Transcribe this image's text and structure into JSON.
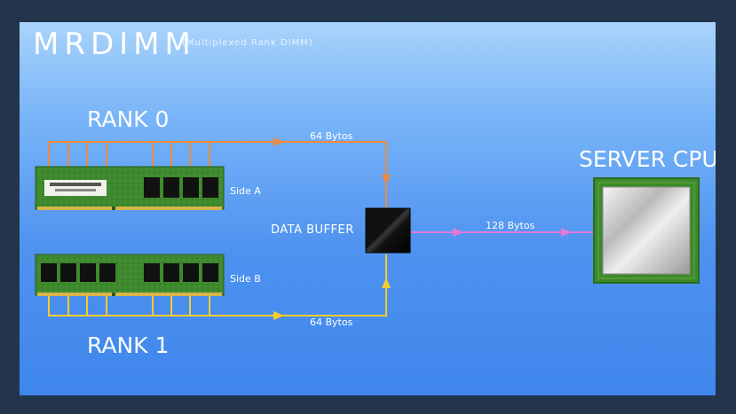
{
  "title": {
    "main": "MRDIMM",
    "subtitle": "(Multiplexed Rank DIMM)"
  },
  "labels": {
    "rank0": "RANK 0",
    "rank1": "RANK 1",
    "server_cpu": "SERVER CPU",
    "data_buffer": "DATA BUFFER",
    "side_a": "Side A",
    "side_b": "Side B",
    "bytes_top": "64 Bytos",
    "bytes_bottom": "64 Bytos",
    "bytes_out": "128 Bytos"
  },
  "colors": {
    "rank0_bus": "#f08a3c",
    "rank1_bus": "#f5cc2a",
    "cpu_bus": "#e27ad6",
    "pcb": "#3f8a2e",
    "buffer": "#0a0a0a"
  },
  "icons": {
    "dimm_a": "ram-module-icon",
    "dimm_b": "ram-module-icon",
    "cpu": "cpu-chip-icon",
    "buffer": "buffer-chip-icon"
  }
}
